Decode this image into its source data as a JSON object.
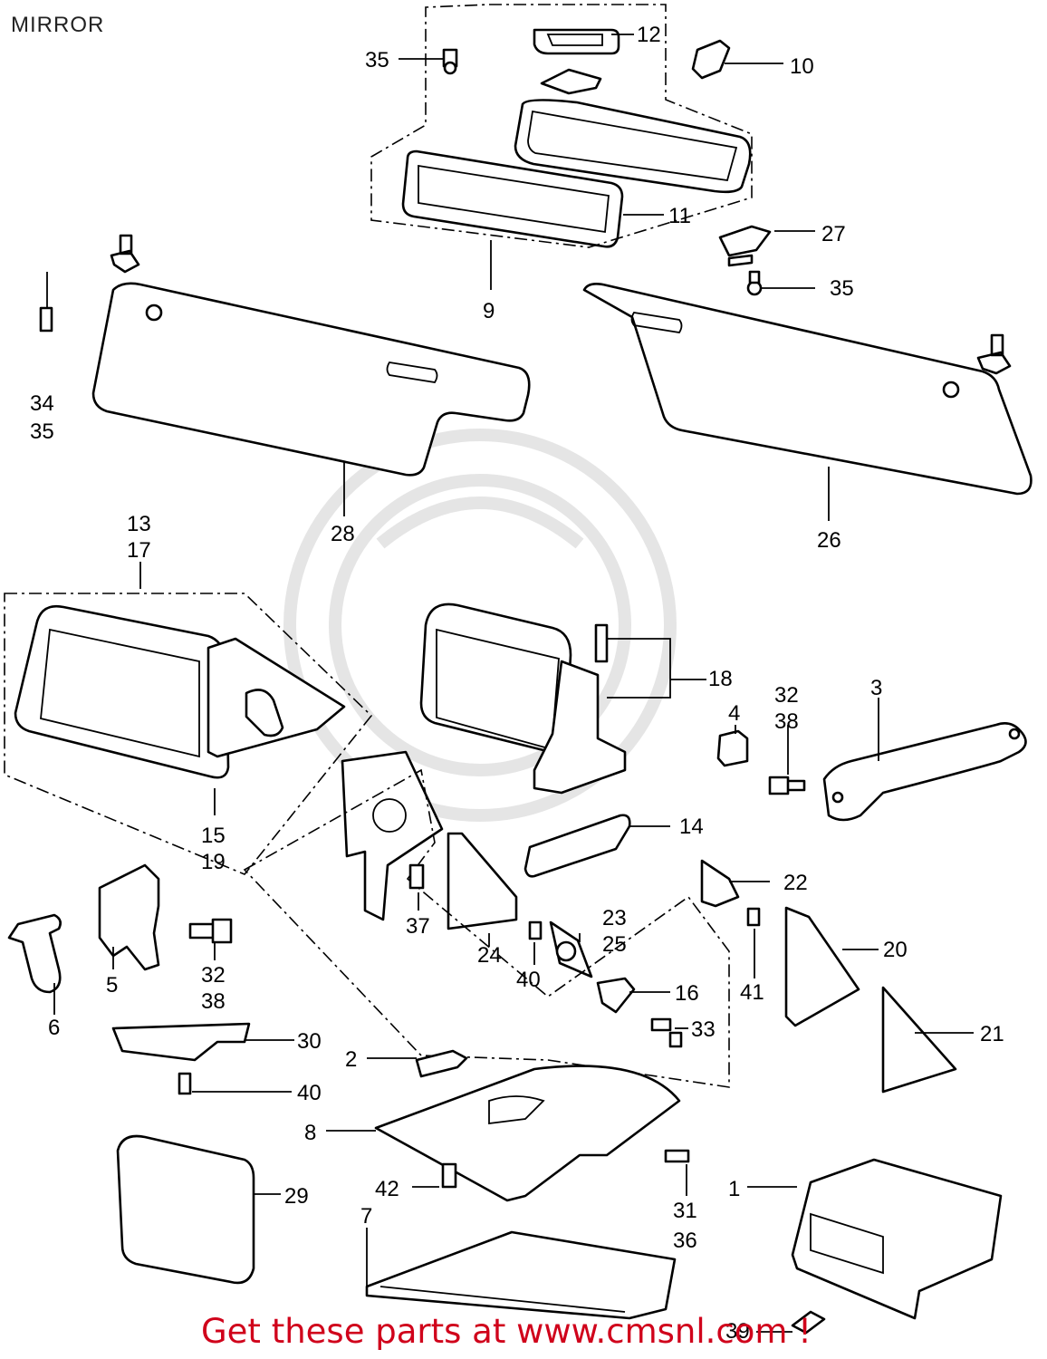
{
  "title": "MIRROR",
  "footer_link": "Get these parts at www.cmsnl.com !",
  "callouts": [
    {
      "id": "c12",
      "text": "12"
    },
    {
      "id": "c35a",
      "text": "35"
    },
    {
      "id": "c10",
      "text": "10"
    },
    {
      "id": "c11",
      "text": "11"
    },
    {
      "id": "c9",
      "text": "9"
    },
    {
      "id": "c27",
      "text": "27"
    },
    {
      "id": "c35b",
      "text": "35"
    },
    {
      "id": "c34",
      "text": "34"
    },
    {
      "id": "c35c",
      "text": "35"
    },
    {
      "id": "c28",
      "text": "28"
    },
    {
      "id": "c26",
      "text": "26"
    },
    {
      "id": "c13",
      "text": "13"
    },
    {
      "id": "c17",
      "text": "17"
    },
    {
      "id": "c18",
      "text": "18"
    },
    {
      "id": "c32a",
      "text": "32"
    },
    {
      "id": "c38a",
      "text": "38"
    },
    {
      "id": "c3",
      "text": "3"
    },
    {
      "id": "c4",
      "text": "4"
    },
    {
      "id": "c15",
      "text": "15"
    },
    {
      "id": "c19",
      "text": "19"
    },
    {
      "id": "c14",
      "text": "14"
    },
    {
      "id": "c22",
      "text": "22"
    },
    {
      "id": "c37",
      "text": "37"
    },
    {
      "id": "c24",
      "text": "24"
    },
    {
      "id": "c23",
      "text": "23"
    },
    {
      "id": "c25",
      "text": "25"
    },
    {
      "id": "c40a",
      "text": "40"
    },
    {
      "id": "c20",
      "text": "20"
    },
    {
      "id": "c41",
      "text": "41"
    },
    {
      "id": "c16",
      "text": "16"
    },
    {
      "id": "c33",
      "text": "33"
    },
    {
      "id": "c21",
      "text": "21"
    },
    {
      "id": "c6",
      "text": "6"
    },
    {
      "id": "c5",
      "text": "5"
    },
    {
      "id": "c32b",
      "text": "32"
    },
    {
      "id": "c38b",
      "text": "38"
    },
    {
      "id": "c30",
      "text": "30"
    },
    {
      "id": "c2",
      "text": "2"
    },
    {
      "id": "c40b",
      "text": "40"
    },
    {
      "id": "c8",
      "text": "8"
    },
    {
      "id": "c29",
      "text": "29"
    },
    {
      "id": "c42",
      "text": "42"
    },
    {
      "id": "c7",
      "text": "7"
    },
    {
      "id": "c31",
      "text": "31"
    },
    {
      "id": "c36",
      "text": "36"
    },
    {
      "id": "c1",
      "text": "1"
    },
    {
      "id": "c39",
      "text": "39"
    }
  ],
  "colors": {
    "line": "#000000",
    "footer": "#d0021b",
    "watermark": "#cfcfcf"
  }
}
